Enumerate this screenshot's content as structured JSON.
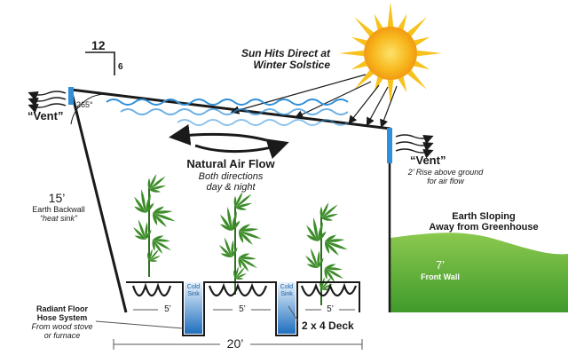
{
  "pitch": {
    "run": "12",
    "rise": "6"
  },
  "sun_caption": {
    "line1": "Sun Hits Direct at",
    "line2": "Winter Solstice"
  },
  "vent_left": {
    "label": "“Vent”",
    "angle": "265°"
  },
  "vent_right": {
    "label": "“Vent”",
    "note1": "2’ Rise above ground",
    "note2": "for air flow"
  },
  "air_flow": {
    "title": "Natural Air Flow",
    "sub1": "Both directions",
    "sub2": "day & night"
  },
  "backwall": {
    "height": "15’",
    "line1": "Earth Backwall",
    "line2": "“heat sink”"
  },
  "earth_slope": {
    "line1": "Earth Sloping",
    "line2": "Away from Greenhouse"
  },
  "front_wall": {
    "height": "7’",
    "label": "Front Wall"
  },
  "cold_sink": {
    "line1": "Cold",
    "line2": "Sink"
  },
  "radiant_floor": {
    "line1": "Radiant Floor",
    "line2": "Hose System",
    "line3": "From wood stove",
    "line4": "or furnace"
  },
  "deck": {
    "label": "2 x 4 Deck"
  },
  "dims": {
    "bed": "5’",
    "width": "20’"
  },
  "colors": {
    "sun": "#f7c21b",
    "sun_core": "#f39c12",
    "water": "#2f8fd8",
    "grass": "#69b640",
    "plant": "#3d8c2a",
    "outline": "#1a1a1a"
  }
}
